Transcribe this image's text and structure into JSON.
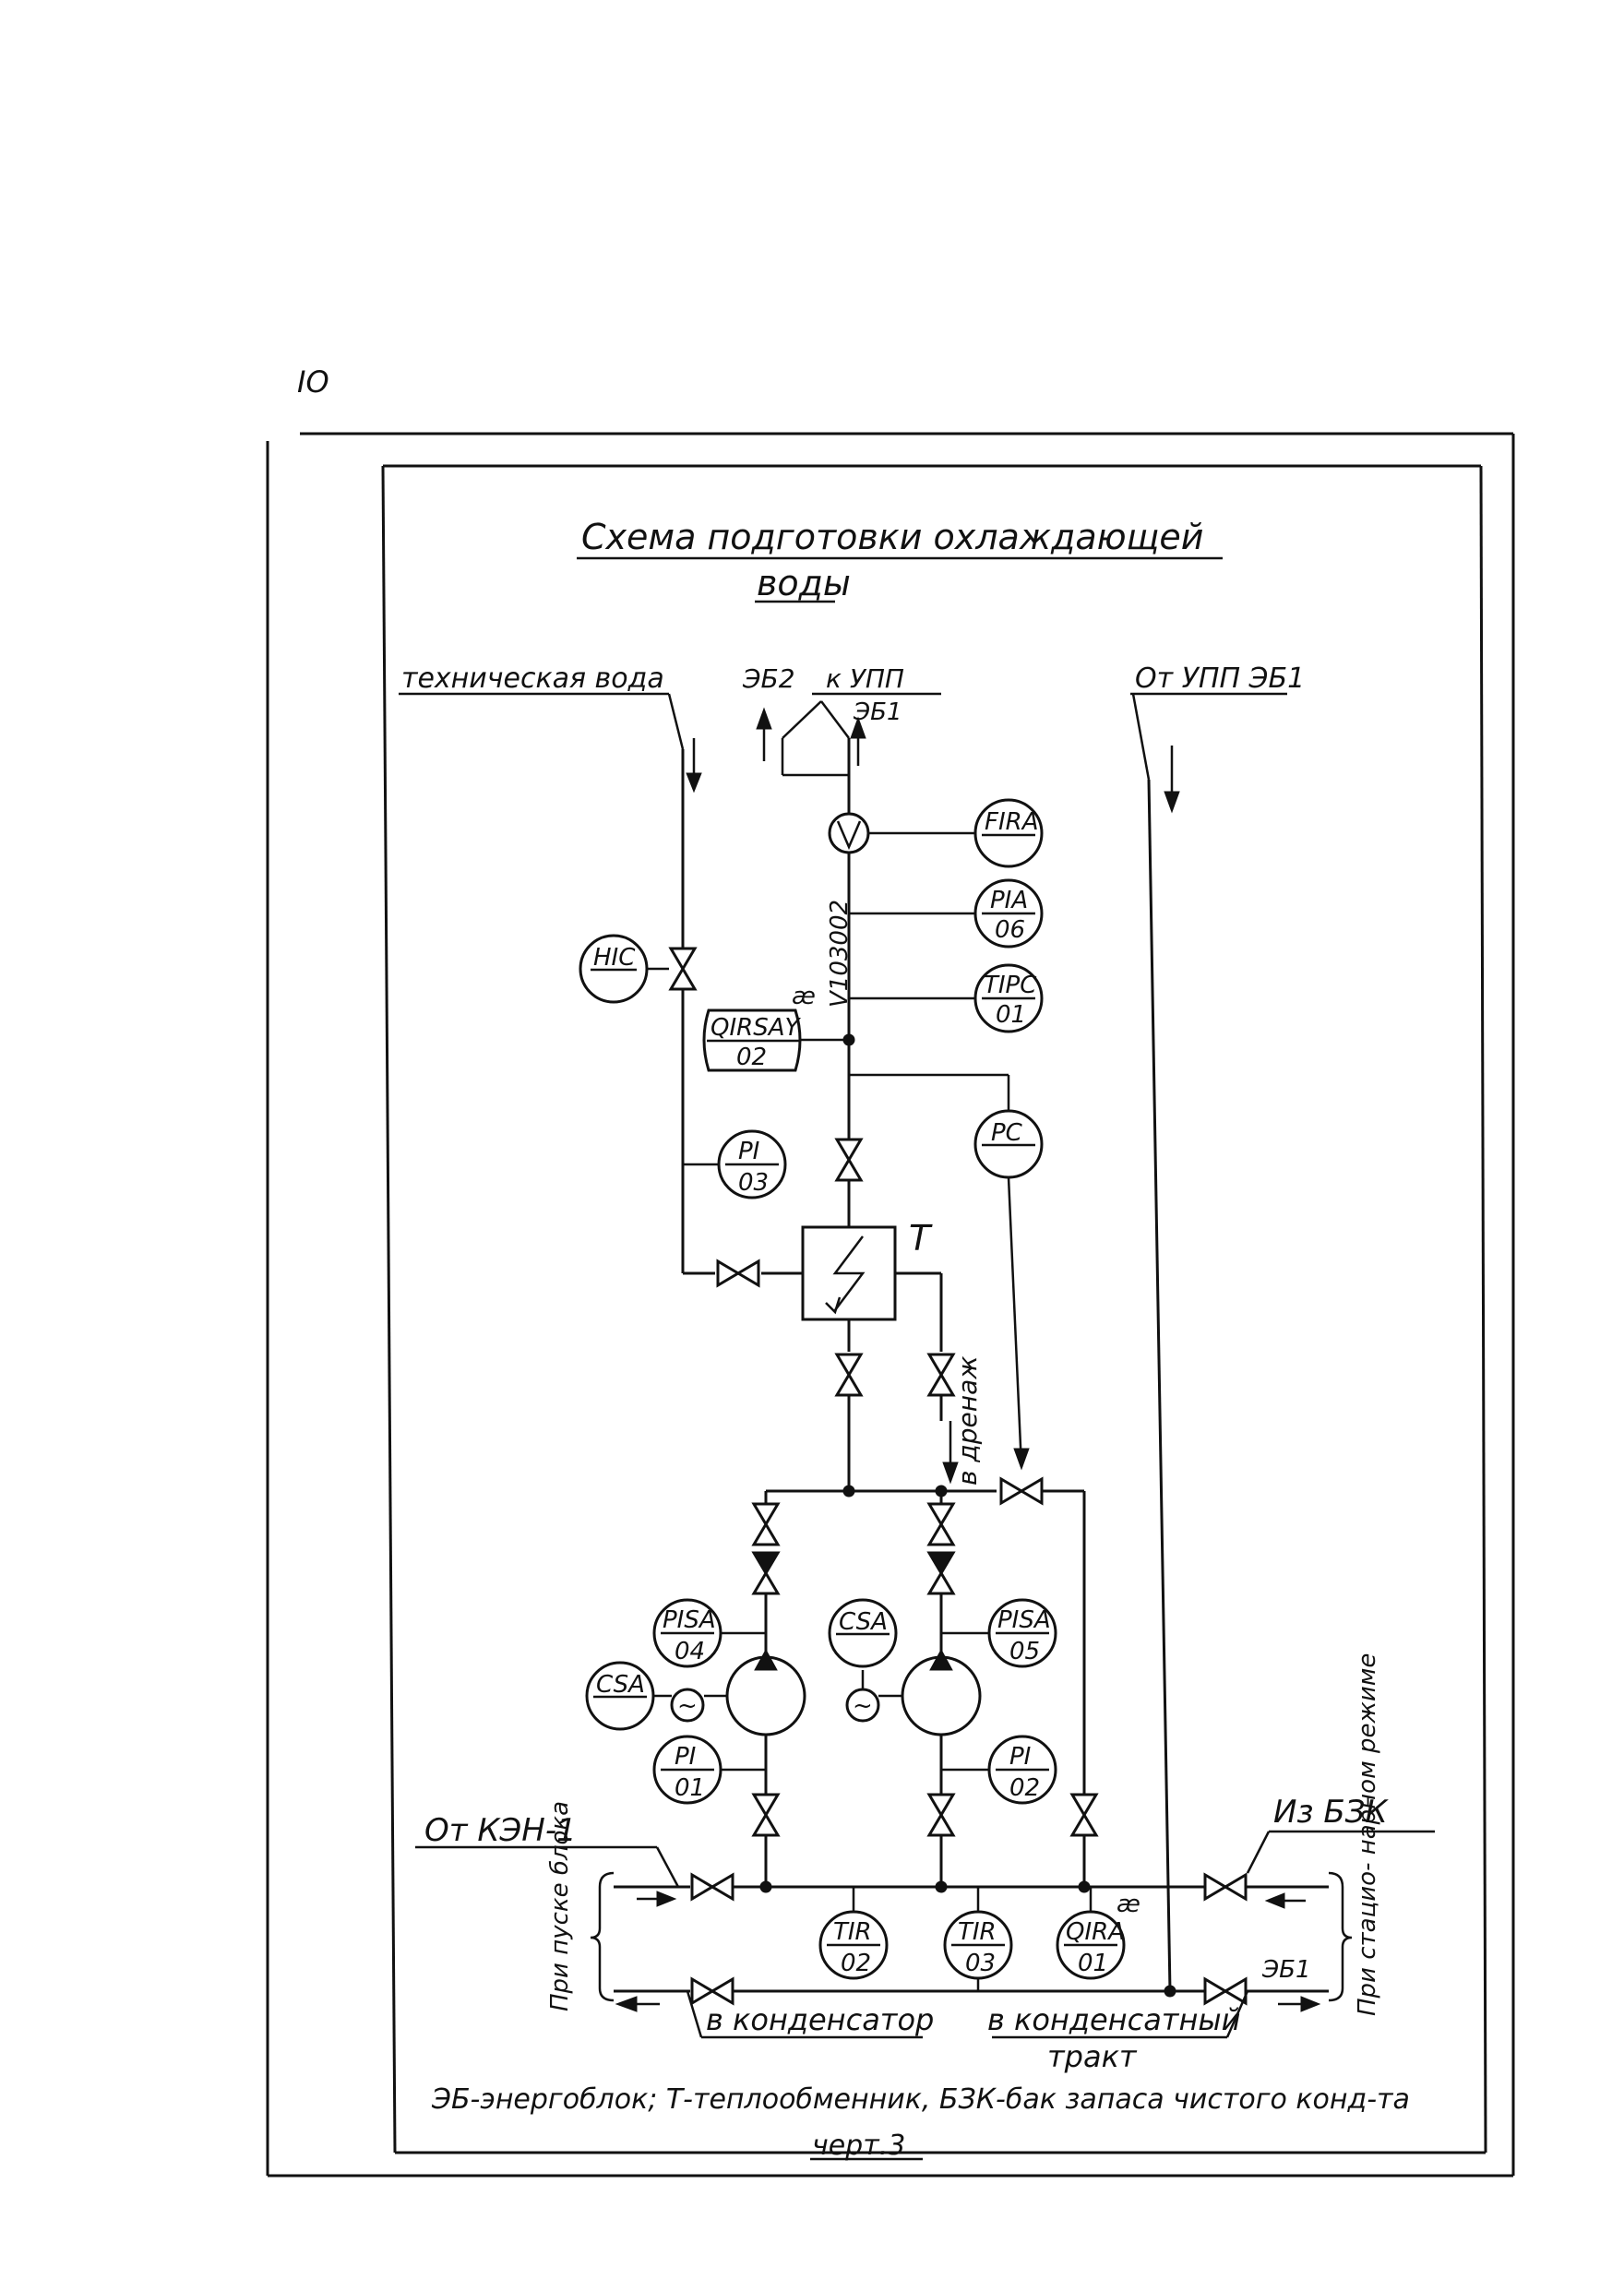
{
  "page_number": "IO",
  "title_line1": "Схема подготовки охлаждающей",
  "title_line2": "воды",
  "labels": {
    "tech_water": "техническая вода",
    "eb2": "ЭБ2",
    "k_upp": "к УПП",
    "eb1_top": "ЭБ1",
    "ot_upp": "От УПП ЭБ1",
    "loop_number": "V103002",
    "ae_top": "æ",
    "exchanger": "Т",
    "drain": "в дренаж",
    "ot_ken": "От КЭН-1",
    "iz_bzk": "Из БЗК",
    "ae_bottom": "æ",
    "eb1_bottom": "ЭБ1",
    "pri_puske": "При пуске блока",
    "pri_stats": "При стацио- нарном режиме",
    "to_condenser": "в конденсатор",
    "to_tract_1": "в конденсатный",
    "to_tract_2": "тракт",
    "legend": "ЭБ-энергоблок; Т-теплообменник, БЗК-бак запаса чистого конд-та",
    "caption": "черт.3"
  },
  "instruments": {
    "fira": {
      "l1": "FIRA",
      "l2": ""
    },
    "pia06": {
      "l1": "PIA",
      "l2": "06"
    },
    "tipc01": {
      "l1": "TIPC",
      "l2": "01"
    },
    "hic": {
      "l1": "HIC",
      "l2": ""
    },
    "qirsay": {
      "l1": "QIRSAY",
      "l2": "02"
    },
    "pi03": {
      "l1": "PI",
      "l2": "03"
    },
    "pc": {
      "l1": "PC",
      "l2": ""
    },
    "pisa04": {
      "l1": "PISA",
      "l2": "04"
    },
    "csa_l": {
      "l1": "CSA",
      "l2": ""
    },
    "csa_r": {
      "l1": "CSA",
      "l2": ""
    },
    "pisa05": {
      "l1": "PISA",
      "l2": "05"
    },
    "pi01": {
      "l1": "PI",
      "l2": "01"
    },
    "pi02": {
      "l1": "PI",
      "l2": "02"
    },
    "tir02": {
      "l1": "TIR",
      "l2": "02"
    },
    "tir03": {
      "l1": "TIR",
      "l2": "03"
    },
    "qira01": {
      "l1": "QIRA",
      "l2": "01"
    }
  }
}
